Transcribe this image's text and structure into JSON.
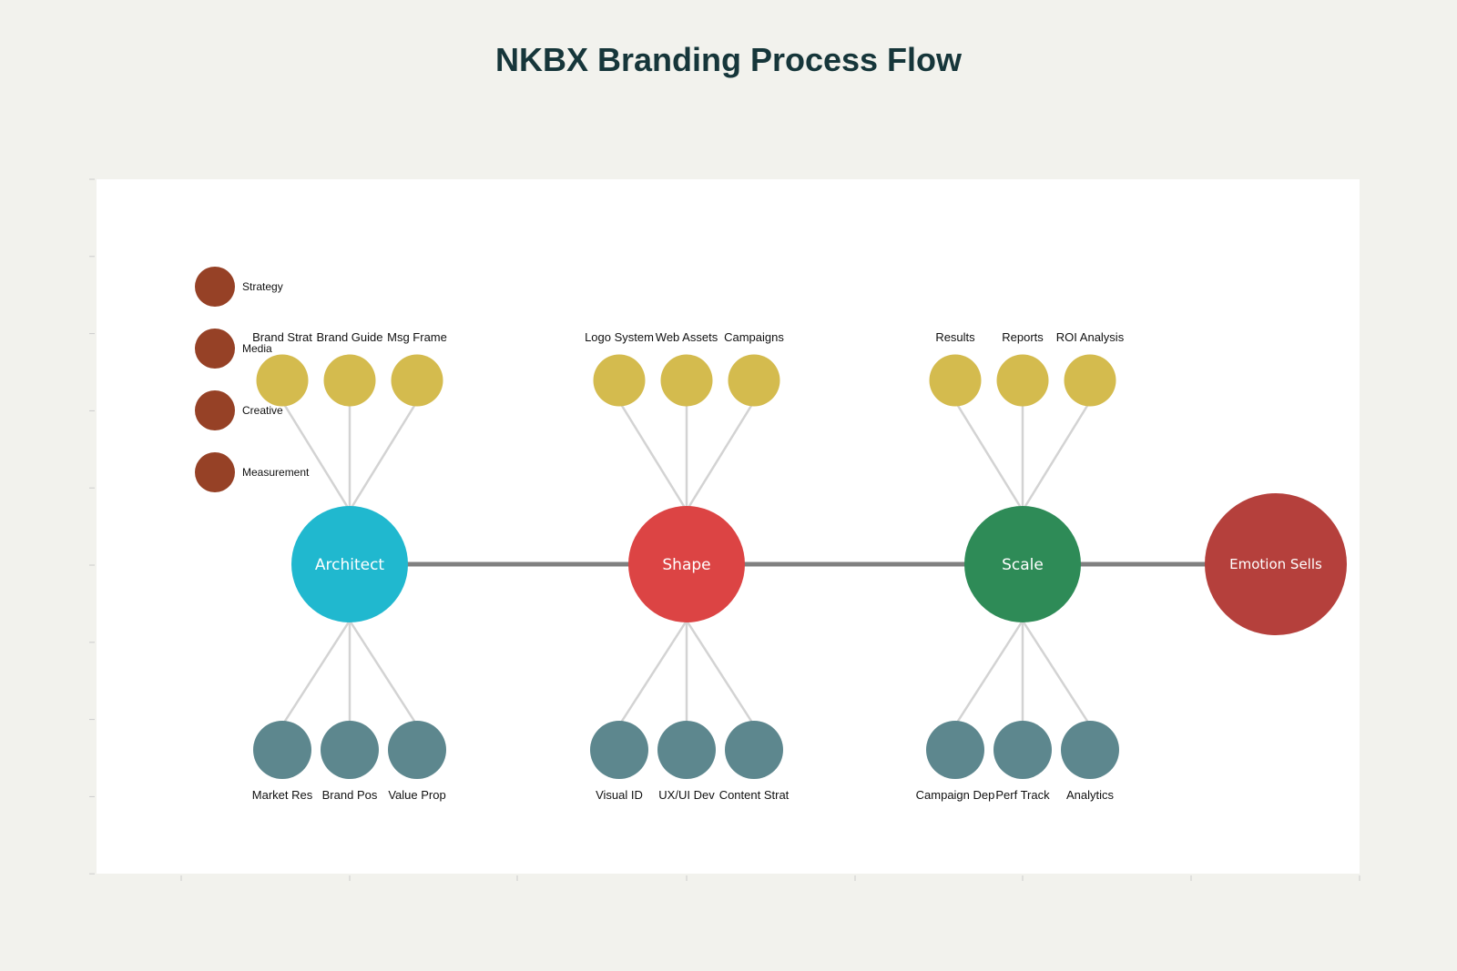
{
  "title": "NKBX Branding Process Flow",
  "colors": {
    "background": "#f2f2ed",
    "plot_background": "#ffffff",
    "connector": "#808080",
    "branch_line": "#d3d3d3",
    "top_node": "#d4bb4e",
    "bottom_node": "#5d878e",
    "legend_marker": "#964126"
  },
  "legend": [
    {
      "label": "Strategy"
    },
    {
      "label": "Media"
    },
    {
      "label": "Creative"
    },
    {
      "label": "Measurement"
    }
  ],
  "stages": [
    {
      "label": "Architect",
      "color": "#20b8cf",
      "top": [
        "Brand Strat",
        "Brand Guide",
        "Msg Frame"
      ],
      "bottom": [
        "Market Res",
        "Brand Pos",
        "Value Prop"
      ]
    },
    {
      "label": "Shape",
      "color": "#dc4444",
      "top": [
        "Logo System",
        "Web Assets",
        "Campaigns"
      ],
      "bottom": [
        "Visual ID",
        "UX/UI Dev",
        "Content Strat"
      ]
    },
    {
      "label": "Scale",
      "color": "#2e8b57",
      "top": [
        "Results",
        "Reports",
        "ROI Analysis"
      ],
      "bottom": [
        "Campaign Dep",
        "Perf Track",
        "Analytics"
      ]
    }
  ],
  "final": {
    "label": "Emotion Sells",
    "color": "#b5403c"
  }
}
